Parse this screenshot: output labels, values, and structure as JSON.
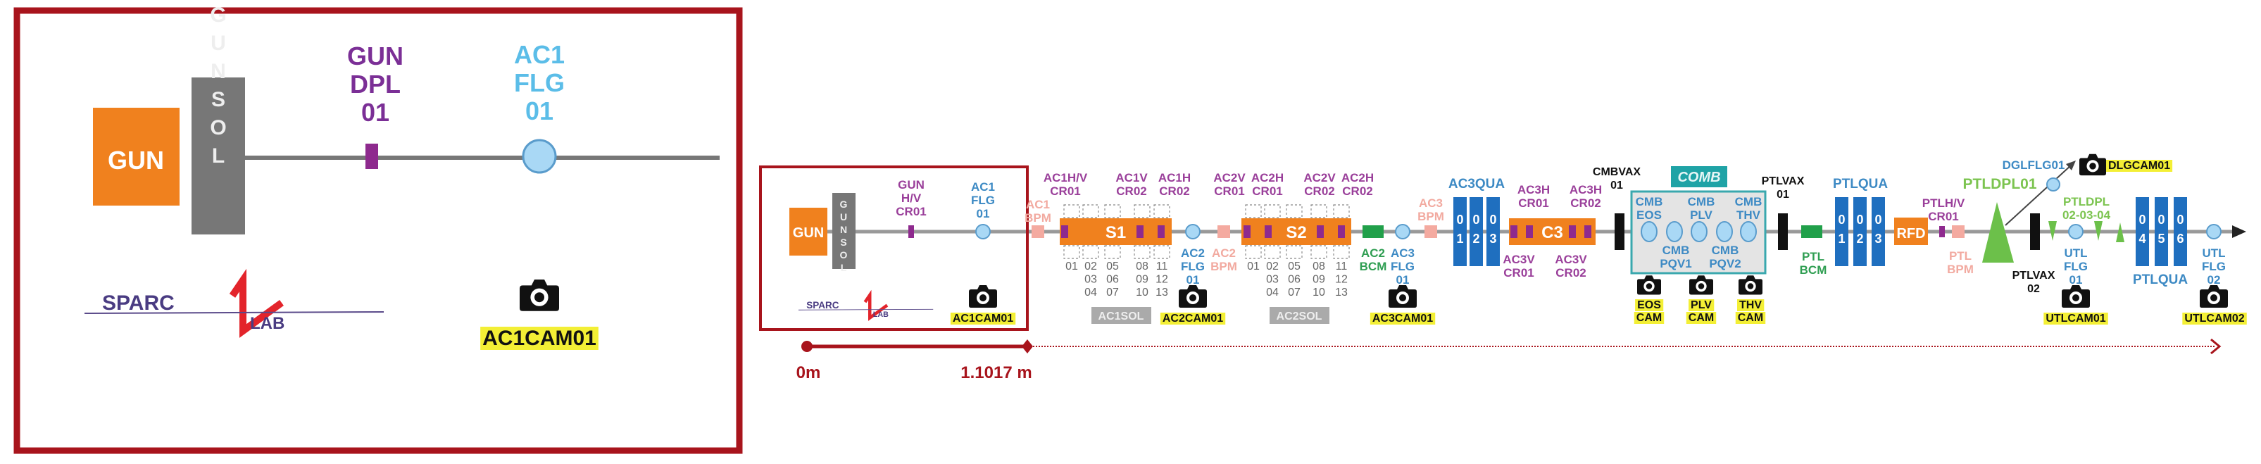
{
  "colors": {
    "gun": "#f0811e",
    "corrector": "#8e2a8e",
    "flag": "#a9d8f5",
    "bpm": "#f4aaa0",
    "quad": "#1f6fbf",
    "bcm": "#21a04a",
    "dipole": "#6cc04a",
    "highlight": "#a8141c",
    "camera_label_bg": "#f3ef35"
  },
  "left_panel": {
    "gun": "GUN",
    "gunsol": "GUNSOL",
    "gun_dpl": [
      "GUN",
      "DPL",
      "01"
    ],
    "ac1_flg": [
      "AC1",
      "FLG",
      "01"
    ],
    "camera": "AC1CAM01",
    "logo": "SPARC LAB"
  },
  "beamline": {
    "gun": "GUN",
    "gunsol": "GUNSOL",
    "gun_hv_cr01": [
      "GUN",
      "H/V",
      "CR01"
    ],
    "ac1_flg01": [
      "AC1",
      "FLG",
      "01"
    ],
    "ac1cam01": "AC1CAM01",
    "ac1_bpm": [
      "AC1",
      "BPM"
    ],
    "s1": "S1",
    "ac1hv_cr01": [
      "AC1H/V",
      "CR01"
    ],
    "ac1v_cr02": [
      "AC1V",
      "CR02"
    ],
    "ac1h_cr02": [
      "AC1H",
      "CR02"
    ],
    "sol_numbers": [
      [
        "01"
      ],
      [
        "02",
        "03",
        "04"
      ],
      [
        "05",
        "06",
        "07"
      ],
      [
        "08",
        "09",
        "10"
      ],
      [
        "11",
        "12",
        "13"
      ]
    ],
    "ac1sol": "AC1SOL",
    "ac2_flg01": [
      "AC2",
      "FLG",
      "01"
    ],
    "ac2cam01": "AC2CAM01",
    "ac2_bpm": [
      "AC2",
      "BPM"
    ],
    "ac2v_cr01": [
      "AC2V",
      "CR01"
    ],
    "ac2h_cr01": [
      "AC2H",
      "CR01"
    ],
    "ac2v_cr02": [
      "AC2V",
      "CR02"
    ],
    "ac2h_cr02": [
      "AC2H",
      "CR02"
    ],
    "s2": "S2",
    "ac2sol": "AC2SOL",
    "ac2_bcm": [
      "AC2",
      "BCM"
    ],
    "ac3_flg01": [
      "AC3",
      "FLG",
      "01"
    ],
    "ac3cam01": "AC3CAM01",
    "ac3_bpm": [
      "AC3",
      "BPM"
    ],
    "ac3qua": "AC3QUA",
    "ac3qua_ids": [
      [
        "0",
        "1"
      ],
      [
        "0",
        "2"
      ],
      [
        "0",
        "3"
      ]
    ],
    "c3": "C3",
    "ac3h_cr01": [
      "AC3H",
      "CR01"
    ],
    "ac3h_cr02": [
      "AC3H",
      "CR02"
    ],
    "ac3v_cr01": [
      "AC3V",
      "CR01"
    ],
    "ac3v_cr02": [
      "AC3V",
      "CR02"
    ],
    "cmbvax01": [
      "CMBVAX",
      "01"
    ],
    "comb": "COMB",
    "cmb_eos": [
      "CMB",
      "EOS"
    ],
    "cmb_plv": [
      "CMB",
      "PLV"
    ],
    "cmb_thv": [
      "CMB",
      "THV"
    ],
    "cmb_pqv1": [
      "CMB",
      "PQV1"
    ],
    "cmb_pqv2": [
      "CMB",
      "PQV2"
    ],
    "eos_cam": [
      "EOS",
      "CAM"
    ],
    "plv_cam": [
      "PLV",
      "CAM"
    ],
    "thv_cam": [
      "THV",
      "CAM"
    ],
    "ptlvax01": [
      "PTLVAX",
      "01"
    ],
    "ptl_bcm": [
      "PTL",
      "BCM"
    ],
    "ptlqua1": "PTLQUA",
    "ptlqua1_ids": [
      [
        "0",
        "1"
      ],
      [
        "0",
        "2"
      ],
      [
        "0",
        "3"
      ]
    ],
    "rfd": "RFD",
    "ptlhv_cr01": [
      "PTLH/V",
      "CR01"
    ],
    "ptl_bpm": [
      "PTL",
      "BPM"
    ],
    "ptldpl01": "PTLDPL01",
    "dglflg01": "DGLFLG01",
    "dlgcam01": "DLGCAM01",
    "ptlvax02": [
      "PTLVAX",
      "02"
    ],
    "ptldpl_020304": [
      "PTLDPL",
      "02-03-04"
    ],
    "utl_flg01": [
      "UTL",
      "FLG",
      "01"
    ],
    "utlcam01": "UTLCAM01",
    "ptlqua2": "PTLQUA",
    "ptlqua2_ids": [
      [
        "0",
        "4"
      ],
      [
        "0",
        "5"
      ],
      [
        "0",
        "6"
      ]
    ],
    "utl_flg02": [
      "UTL",
      "FLG",
      "02"
    ],
    "utlcam02": "UTLCAM02"
  },
  "scale": {
    "start": "0m",
    "end": "1.1017 m",
    "end_value_m": 1.1017
  }
}
